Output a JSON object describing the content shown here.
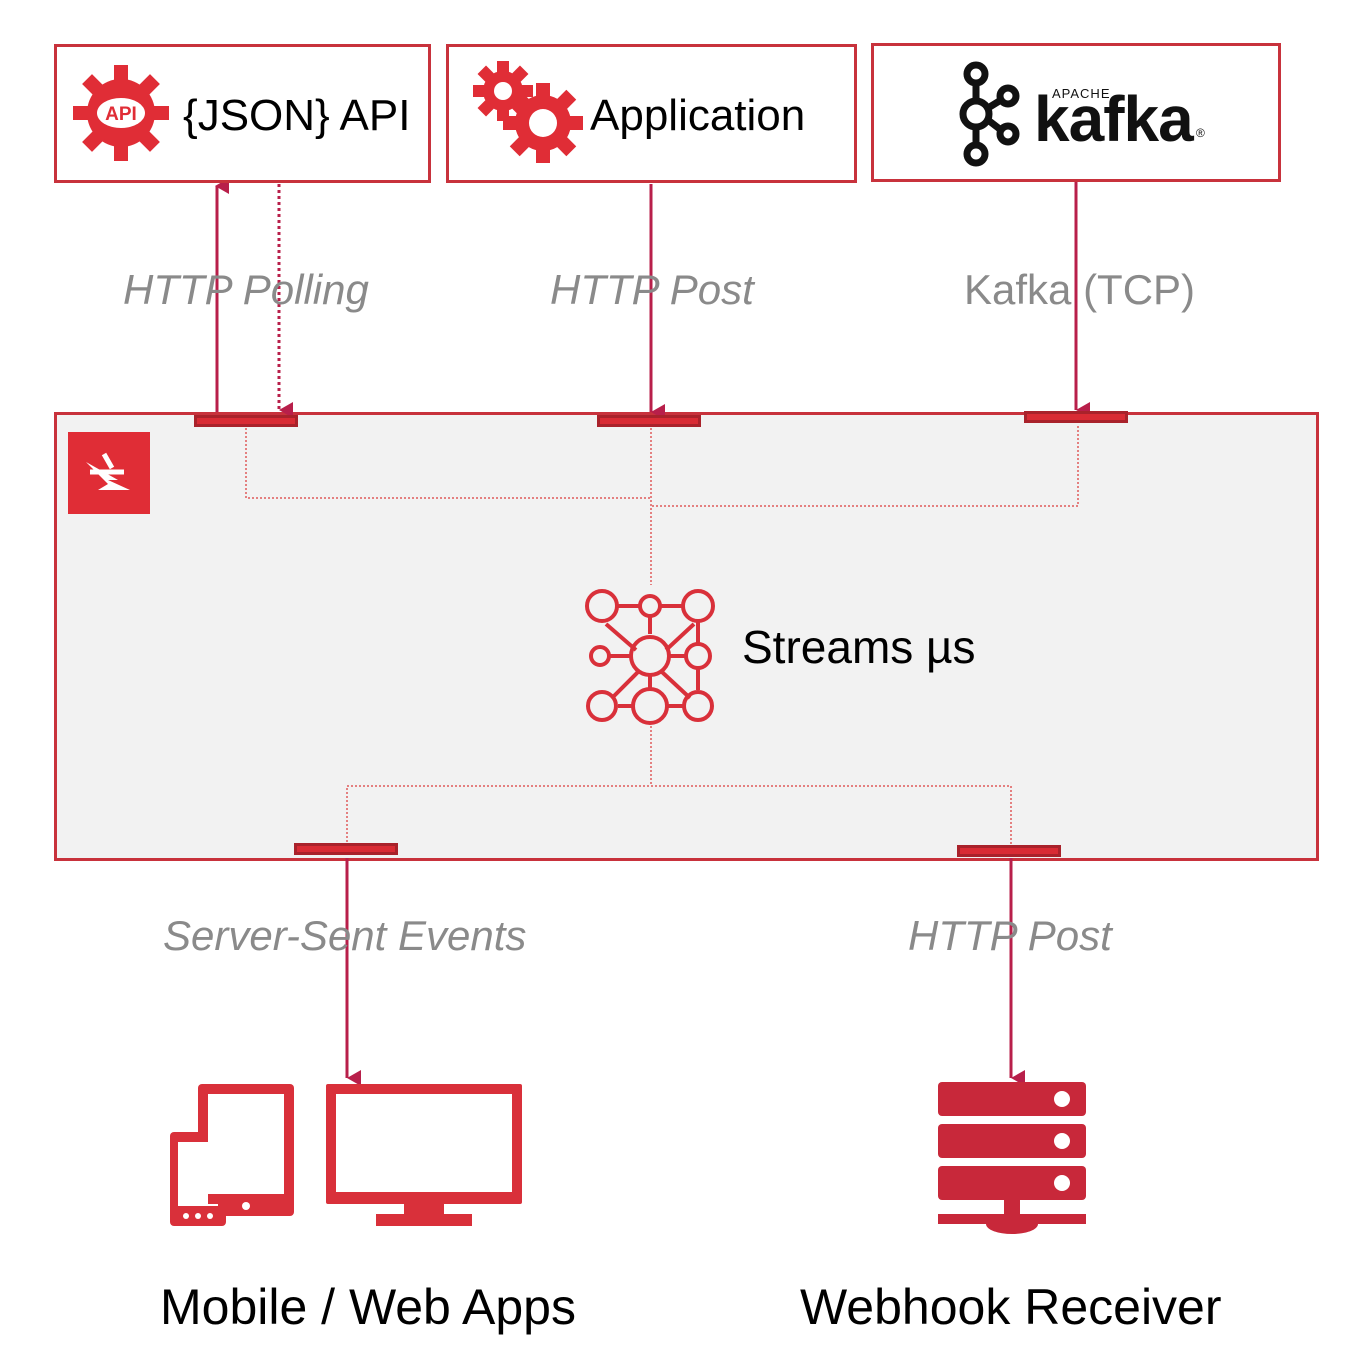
{
  "sources": {
    "json_api": {
      "label": "{JSON} API",
      "icon_text": "API"
    },
    "application": {
      "label": "Application"
    },
    "kafka": {
      "brand_small": "APACHE",
      "brand_main": "kafka",
      "registered": "®"
    }
  },
  "connections": {
    "http_polling": "HTTP Polling",
    "http_post_in": "HTTP Post",
    "kafka_tcp": "Kafka (TCP)",
    "sse": "Server-Sent Events",
    "http_post_out": "HTTP Post"
  },
  "platform": {
    "core_label": "Streams µs"
  },
  "sinks": {
    "mobile_web": "Mobile / Web Apps",
    "webhook": "Webhook Receiver"
  },
  "colors": {
    "accent": "#c8323c",
    "port": "#d92b34",
    "label": "#8a8a8a",
    "panel": "#f2f2f2"
  }
}
